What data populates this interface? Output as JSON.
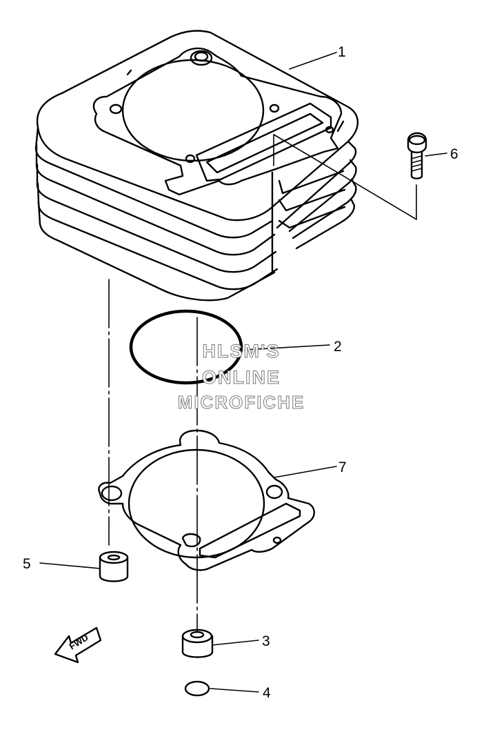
{
  "diagram": {
    "callouts": [
      "1",
      "2",
      "3",
      "4",
      "5",
      "6",
      "7"
    ],
    "watermark": [
      "HLSM'S",
      "ONLINE",
      "MICROFICHE"
    ],
    "direction_label": "FWD"
  }
}
